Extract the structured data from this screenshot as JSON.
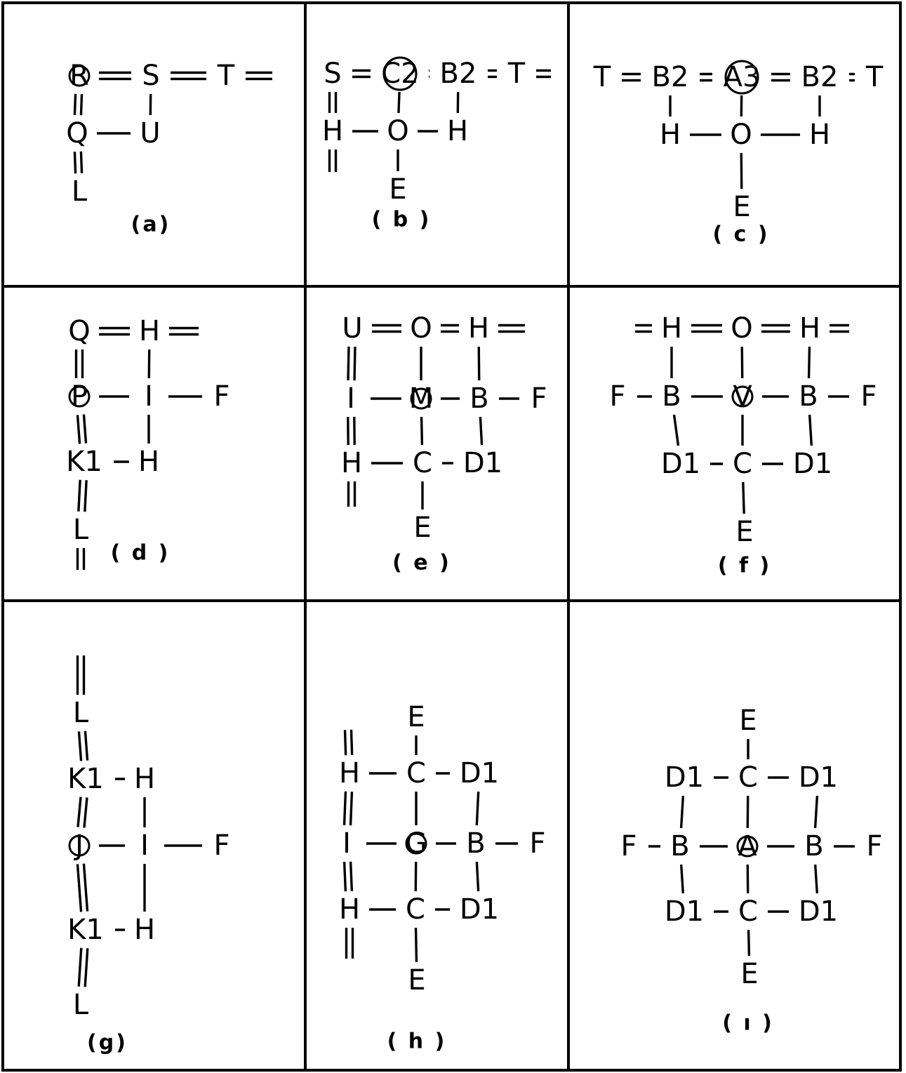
{
  "panels": [
    {
      "id": "a",
      "caption": "(a)",
      "circled": "R",
      "atoms": [
        {
          "id": "R",
          "label": "R"
        },
        {
          "id": "S",
          "label": "S"
        },
        {
          "id": "T",
          "label": "T"
        },
        {
          "id": "Q",
          "label": "Q"
        },
        {
          "id": "U",
          "label": "U"
        },
        {
          "id": "L",
          "label": "L"
        }
      ],
      "bonds": [
        {
          "from": "R",
          "to": "S",
          "order": 2
        },
        {
          "from": "S",
          "to": "T",
          "order": 2
        },
        {
          "from": "T",
          "to": "right",
          "order": 2
        },
        {
          "from": "R",
          "to": "Q",
          "order": 2
        },
        {
          "from": "Q",
          "to": "L",
          "order": 2
        },
        {
          "from": "Q",
          "to": "U",
          "order": 1
        },
        {
          "from": "S",
          "to": "U",
          "order": 1
        }
      ]
    },
    {
      "id": "b",
      "caption": "( b )",
      "circled": "C2",
      "atoms": [
        {
          "id": "S",
          "label": "S"
        },
        {
          "id": "C2",
          "label": "C2"
        },
        {
          "id": "B2",
          "label": "B2"
        },
        {
          "id": "T",
          "label": "T"
        },
        {
          "id": "H1",
          "label": "H"
        },
        {
          "id": "O",
          "label": "O"
        },
        {
          "id": "H2",
          "label": "H"
        },
        {
          "id": "E",
          "label": "E"
        }
      ],
      "bonds": [
        {
          "from": "S",
          "to": "C2",
          "order": 2
        },
        {
          "from": "C2",
          "to": "B2",
          "order": 2
        },
        {
          "from": "B2",
          "to": "T",
          "order": 2
        },
        {
          "from": "T",
          "to": "right",
          "order": 2
        },
        {
          "from": "S",
          "to": "H1",
          "order": 2
        },
        {
          "from": "H1",
          "to": "down",
          "order": 2
        },
        {
          "from": "H1",
          "to": "O",
          "order": 1
        },
        {
          "from": "O",
          "to": "H2",
          "order": 1
        },
        {
          "from": "C2",
          "to": "O",
          "order": 1
        },
        {
          "from": "B2",
          "to": "H2",
          "order": 1
        },
        {
          "from": "O",
          "to": "E",
          "order": 1
        }
      ]
    },
    {
      "id": "c",
      "caption": "( c )",
      "circled": "A3",
      "atoms": [
        {
          "id": "T1",
          "label": "T"
        },
        {
          "id": "B2a",
          "label": "B2"
        },
        {
          "id": "A3",
          "label": "A3"
        },
        {
          "id": "B2b",
          "label": "B2"
        },
        {
          "id": "T2",
          "label": "T"
        },
        {
          "id": "H1",
          "label": "H"
        },
        {
          "id": "O",
          "label": "O"
        },
        {
          "id": "H2",
          "label": "H"
        },
        {
          "id": "E",
          "label": "E"
        }
      ],
      "bonds": [
        {
          "from": "T1",
          "to": "B2a",
          "order": 2
        },
        {
          "from": "B2a",
          "to": "A3",
          "order": 2
        },
        {
          "from": "A3",
          "to": "B2b",
          "order": 2
        },
        {
          "from": "B2b",
          "to": "T2",
          "order": 2
        },
        {
          "from": "B2a",
          "to": "H1",
          "order": 1
        },
        {
          "from": "A3",
          "to": "O",
          "order": 1
        },
        {
          "from": "B2b",
          "to": "H2",
          "order": 1
        },
        {
          "from": "H1",
          "to": "O",
          "order": 1
        },
        {
          "from": "O",
          "to": "H2",
          "order": 1
        },
        {
          "from": "O",
          "to": "E",
          "order": 1
        }
      ]
    },
    {
      "id": "d",
      "caption": "( d )",
      "circled": "P",
      "atoms": [
        {
          "id": "Q",
          "label": "Q"
        },
        {
          "id": "H1",
          "label": "H"
        },
        {
          "id": "P",
          "label": "P"
        },
        {
          "id": "I",
          "label": "I"
        },
        {
          "id": "F",
          "label": "F"
        },
        {
          "id": "K1",
          "label": "K1"
        },
        {
          "id": "H2",
          "label": "H"
        },
        {
          "id": "L",
          "label": "L"
        }
      ],
      "bonds": [
        {
          "from": "Q",
          "to": "H1",
          "order": 2
        },
        {
          "from": "H1",
          "to": "right",
          "order": 2
        },
        {
          "from": "Q",
          "to": "P",
          "order": 2
        },
        {
          "from": "P",
          "to": "K1",
          "order": 2
        },
        {
          "from": "K1",
          "to": "L",
          "order": 2
        },
        {
          "from": "L",
          "to": "down",
          "order": 2
        },
        {
          "from": "P",
          "to": "I",
          "order": 1
        },
        {
          "from": "I",
          "to": "F",
          "order": 1
        },
        {
          "from": "H1",
          "to": "I",
          "order": 1
        },
        {
          "from": "I",
          "to": "H2",
          "order": 1
        },
        {
          "from": "K1",
          "to": "H2",
          "order": 1
        }
      ]
    },
    {
      "id": "e",
      "caption": "( e )",
      "circled": "M",
      "atoms": [
        {
          "id": "U",
          "label": "U"
        },
        {
          "id": "O",
          "label": "O"
        },
        {
          "id": "H1",
          "label": "H"
        },
        {
          "id": "I",
          "label": "I"
        },
        {
          "id": "M",
          "label": "M"
        },
        {
          "id": "B",
          "label": "B"
        },
        {
          "id": "F",
          "label": "F"
        },
        {
          "id": "H2",
          "label": "H"
        },
        {
          "id": "C",
          "label": "C"
        },
        {
          "id": "D1",
          "label": "D1"
        },
        {
          "id": "E",
          "label": "E"
        }
      ],
      "bonds": [
        {
          "from": "U",
          "to": "O",
          "order": 2
        },
        {
          "from": "O",
          "to": "H1",
          "order": 2
        },
        {
          "from": "H1",
          "to": "right",
          "order": 2
        },
        {
          "from": "U",
          "to": "I",
          "order": 2
        },
        {
          "from": "I",
          "to": "H2",
          "order": 2
        },
        {
          "from": "H2",
          "to": "down",
          "order": 2
        },
        {
          "from": "O",
          "to": "M",
          "order": 1
        },
        {
          "from": "H1",
          "to": "B",
          "order": 1
        },
        {
          "from": "I",
          "to": "M",
          "order": 1
        },
        {
          "from": "M",
          "to": "B",
          "order": 1
        },
        {
          "from": "B",
          "to": "F",
          "order": 1
        },
        {
          "from": "M",
          "to": "C",
          "order": 1
        },
        {
          "from": "B",
          "to": "D1",
          "order": 1
        },
        {
          "from": "H2",
          "to": "C",
          "order": 1
        },
        {
          "from": "C",
          "to": "D1",
          "order": 1
        },
        {
          "from": "C",
          "to": "E",
          "order": 1
        }
      ]
    },
    {
      "id": "f",
      "caption": "( f )",
      "circled": "V",
      "atoms": [
        {
          "id": "H1",
          "label": "H"
        },
        {
          "id": "O",
          "label": "O"
        },
        {
          "id": "H2",
          "label": "H"
        },
        {
          "id": "F1",
          "label": "F"
        },
        {
          "id": "B1",
          "label": "B"
        },
        {
          "id": "V",
          "label": "V"
        },
        {
          "id": "B2",
          "label": "B"
        },
        {
          "id": "F2",
          "label": "F"
        },
        {
          "id": "D1a",
          "label": "D1"
        },
        {
          "id": "C",
          "label": "C"
        },
        {
          "id": "D1b",
          "label": "D1"
        },
        {
          "id": "E",
          "label": "E"
        }
      ],
      "bonds": [
        {
          "from": "left",
          "to": "H1",
          "order": 2
        },
        {
          "from": "H1",
          "to": "O",
          "order": 2
        },
        {
          "from": "O",
          "to": "H2",
          "order": 2
        },
        {
          "from": "H2",
          "to": "right",
          "order": 2
        },
        {
          "from": "H1",
          "to": "B1",
          "order": 1
        },
        {
          "from": "O",
          "to": "V",
          "order": 1
        },
        {
          "from": "H2",
          "to": "B2",
          "order": 1
        },
        {
          "from": "F1",
          "to": "B1",
          "order": 1
        },
        {
          "from": "B1",
          "to": "V",
          "order": 1
        },
        {
          "from": "V",
          "to": "B2",
          "order": 1
        },
        {
          "from": "B2",
          "to": "F2",
          "order": 1
        },
        {
          "from": "B1",
          "to": "D1a",
          "order": 1
        },
        {
          "from": "V",
          "to": "C",
          "order": 1
        },
        {
          "from": "B2",
          "to": "D1b",
          "order": 1
        },
        {
          "from": "D1a",
          "to": "C",
          "order": 1
        },
        {
          "from": "C",
          "to": "D1b",
          "order": 1
        },
        {
          "from": "C",
          "to": "E",
          "order": 1
        }
      ]
    },
    {
      "id": "g",
      "caption": "(g)",
      "circled": "J",
      "atoms": [
        {
          "id": "L1",
          "label": "L"
        },
        {
          "id": "K1a",
          "label": "K1"
        },
        {
          "id": "H1",
          "label": "H"
        },
        {
          "id": "J",
          "label": "J"
        },
        {
          "id": "I",
          "label": "I"
        },
        {
          "id": "F",
          "label": "F"
        },
        {
          "id": "K1b",
          "label": "K1"
        },
        {
          "id": "H2",
          "label": "H"
        },
        {
          "id": "L2",
          "label": "L"
        }
      ],
      "bonds": [
        {
          "from": "up",
          "to": "L1",
          "order": 2
        },
        {
          "from": "L1",
          "to": "K1a",
          "order": 2
        },
        {
          "from": "K1a",
          "to": "J",
          "order": 2
        },
        {
          "from": "J",
          "to": "K1b",
          "order": 2
        },
        {
          "from": "K1b",
          "to": "L2",
          "order": 2
        },
        {
          "from": "K1a",
          "to": "H1",
          "order": 1
        },
        {
          "from": "H1",
          "to": "I",
          "order": 1
        },
        {
          "from": "J",
          "to": "I",
          "order": 1
        },
        {
          "from": "I",
          "to": "F",
          "order": 1
        },
        {
          "from": "I",
          "to": "H2",
          "order": 1
        },
        {
          "from": "K1b",
          "to": "H2",
          "order": 1
        }
      ]
    },
    {
      "id": "h",
      "caption": "( h )",
      "circled": "G",
      "atoms": [
        {
          "id": "E1",
          "label": "E"
        },
        {
          "id": "H1",
          "label": "H"
        },
        {
          "id": "C1",
          "label": "C"
        },
        {
          "id": "D1a",
          "label": "D1"
        },
        {
          "id": "I",
          "label": "I"
        },
        {
          "id": "G",
          "label": "G"
        },
        {
          "id": "B",
          "label": "B"
        },
        {
          "id": "F",
          "label": "F"
        },
        {
          "id": "H2",
          "label": "H"
        },
        {
          "id": "C2",
          "label": "C"
        },
        {
          "id": "D1b",
          "label": "D1"
        },
        {
          "id": "E2",
          "label": "E"
        }
      ],
      "bonds": [
        {
          "from": "up",
          "to": "H1",
          "order": 2
        },
        {
          "from": "H1",
          "to": "I",
          "order": 2
        },
        {
          "from": "I",
          "to": "H2",
          "order": 2
        },
        {
          "from": "H2",
          "to": "down",
          "order": 2
        },
        {
          "from": "E1",
          "to": "C1",
          "order": 1
        },
        {
          "from": "H1",
          "to": "C1",
          "order": 1
        },
        {
          "from": "C1",
          "to": "D1a",
          "order": 1
        },
        {
          "from": "C1",
          "to": "G",
          "order": 1
        },
        {
          "from": "D1a",
          "to": "B",
          "order": 1
        },
        {
          "from": "I",
          "to": "G",
          "order": 1
        },
        {
          "from": "G",
          "to": "B",
          "order": 1
        },
        {
          "from": "B",
          "to": "F",
          "order": 1
        },
        {
          "from": "G",
          "to": "C2",
          "order": 1
        },
        {
          "from": "B",
          "to": "D1b",
          "order": 1
        },
        {
          "from": "H2",
          "to": "C2",
          "order": 1
        },
        {
          "from": "C2",
          "to": "D1b",
          "order": 1
        },
        {
          "from": "C2",
          "to": "E2",
          "order": 1
        }
      ]
    },
    {
      "id": "i",
      "caption": "( ı )",
      "circled": "A",
      "atoms": [
        {
          "id": "E1",
          "label": "E"
        },
        {
          "id": "D1a",
          "label": "D1"
        },
        {
          "id": "C1",
          "label": "C"
        },
        {
          "id": "D1b",
          "label": "D1"
        },
        {
          "id": "F1",
          "label": "F"
        },
        {
          "id": "B1",
          "label": "B"
        },
        {
          "id": "A",
          "label": "A"
        },
        {
          "id": "B2",
          "label": "B"
        },
        {
          "id": "F2",
          "label": "F"
        },
        {
          "id": "D1c",
          "label": "D1"
        },
        {
          "id": "C2",
          "label": "C"
        },
        {
          "id": "D1d",
          "label": "D1"
        },
        {
          "id": "E2",
          "label": "E"
        }
      ],
      "bonds": [
        {
          "from": "E1",
          "to": "C1",
          "order": 1
        },
        {
          "from": "D1a",
          "to": "C1",
          "order": 1
        },
        {
          "from": "C1",
          "to": "D1b",
          "order": 1
        },
        {
          "from": "D1a",
          "to": "B1",
          "order": 1
        },
        {
          "from": "C1",
          "to": "A",
          "order": 1
        },
        {
          "from": "D1b",
          "to": "B2",
          "order": 1
        },
        {
          "from": "F1",
          "to": "B1",
          "order": 1
        },
        {
          "from": "B1",
          "to": "A",
          "order": 1
        },
        {
          "from": "A",
          "to": "B2",
          "order": 1
        },
        {
          "from": "B2",
          "to": "F2",
          "order": 1
        },
        {
          "from": "B1",
          "to": "D1c",
          "order": 1
        },
        {
          "from": "A",
          "to": "C2",
          "order": 1
        },
        {
          "from": "B2",
          "to": "D1d",
          "order": 1
        },
        {
          "from": "D1c",
          "to": "C2",
          "order": 1
        },
        {
          "from": "C2",
          "to": "D1d",
          "order": 1
        },
        {
          "from": "C2",
          "to": "E2",
          "order": 1
        }
      ]
    }
  ]
}
